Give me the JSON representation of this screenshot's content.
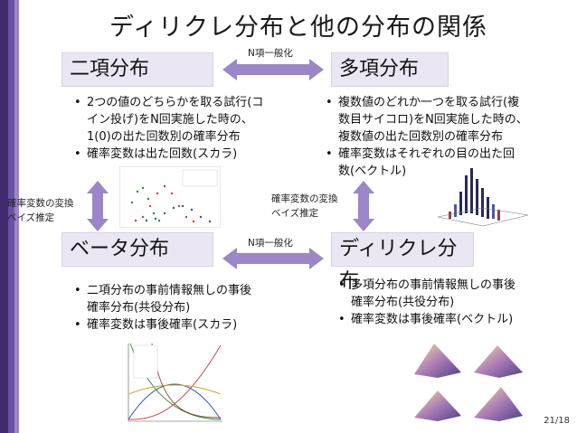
{
  "title": "ディリクレ分布と他の分布の関係",
  "boxes": {
    "binomial": "二項分布",
    "multinomial": "多項分布",
    "beta": "ベータ分布",
    "dirichlet": "ディリクレ分布"
  },
  "edge_labels": {
    "top": "N項一般化",
    "bottom": "N項一般化"
  },
  "side_notes": {
    "left": [
      "確率変数の変換",
      "ベイズ推定"
    ],
    "right": [
      "確率変数の変換",
      "ベイズ推定"
    ]
  },
  "bullets": {
    "binomial": [
      [
        "2つの値のどちらかを取る試行(コ",
        "イン投げ)をN回実施した時の、",
        "1(0)の出た回数別の確率分布"
      ],
      [
        "確率変数は出た回数(スカラ)"
      ]
    ],
    "multinomial": [
      [
        "複数値のどれか一つを取る試行(複",
        "数目サイコロ)をN回実施した時の、",
        "複数値の出た回数別の確率分布"
      ],
      [
        "確率変数はそれぞれの目の出た回",
        "数(ベクトル)"
      ]
    ],
    "beta": [
      [
        "二項分布の事前情報無しの事後",
        "確率分布(共役分布)"
      ],
      [
        "確率変数は事後確率(スカラ)"
      ]
    ],
    "dirichlet": [
      [
        "多項分布の事前情報無しの事後",
        "確率分布(共役分布)"
      ],
      [
        "確率変数は事後確率(ベクトル)"
      ]
    ]
  },
  "page_number": "21/18",
  "colors": {
    "box_fill": "#eae7f3",
    "arrow": "#9b86c9",
    "sidebar": [
      "#3f2a6e",
      "#6a52a3",
      "#9a86c7"
    ]
  }
}
